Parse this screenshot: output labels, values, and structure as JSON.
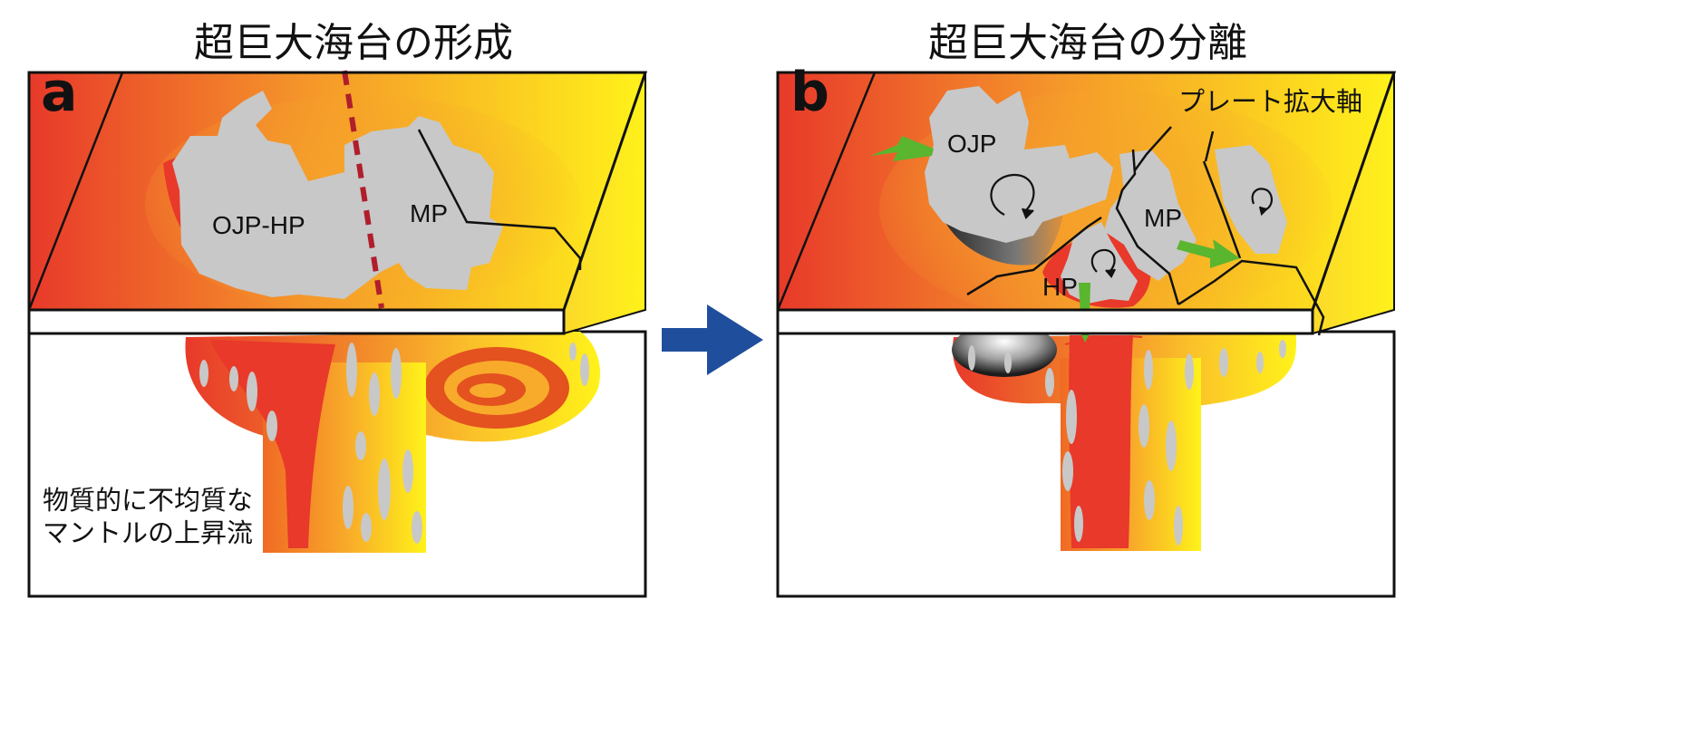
{
  "panel_a": {
    "title": "超巨大海台の形成",
    "panel_label": "a",
    "labels": {
      "ojp_hp": "OJP-HP",
      "mp": "MP"
    },
    "caption_line1": "物質的に不均質な",
    "caption_line2": "マントルの上昇流"
  },
  "panel_b": {
    "title": "超巨大海台の分離",
    "panel_label": "b",
    "labels": {
      "ojp": "OJP",
      "mp": "MP",
      "hp": "HP"
    },
    "ridge_label": "プレート拡大軸"
  },
  "colors": {
    "red": "#e8392a",
    "orange": "#f27a22",
    "yellow": "#fff21a",
    "plateau": "#c8c8c8",
    "rift_line": "#b01e2c",
    "arrow_blue": "#1f4e9c",
    "arrow_green": "#5ab52f"
  }
}
